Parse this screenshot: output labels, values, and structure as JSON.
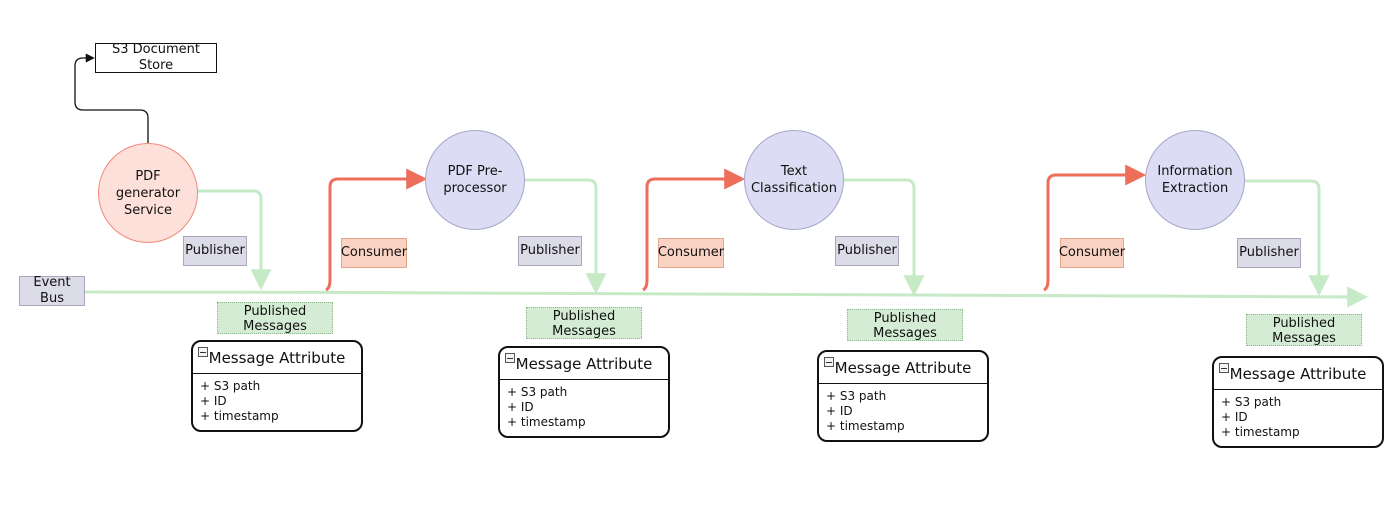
{
  "store": {
    "label": "S3 Document Store"
  },
  "event_bus": {
    "label": "Event Bus"
  },
  "services": [
    {
      "label": "PDF generator Service"
    },
    {
      "label": "PDF Pre-processor"
    },
    {
      "label": "Text Classification"
    },
    {
      "label": "Information Extraction"
    }
  ],
  "tags": {
    "publisher": "Publisher",
    "consumer": "Consumer",
    "published_messages": "Published Messages"
  },
  "message_attribute": {
    "title": "Message Attribute",
    "fields": [
      "+ S3 path",
      "+ ID",
      "+ timestamp"
    ]
  },
  "colors": {
    "bus_arrow": "#c6e9c6",
    "consumer_arrow": "#ee6e5c",
    "generator_fill": "#fde0da",
    "service_fill": "#dcdcf4"
  }
}
